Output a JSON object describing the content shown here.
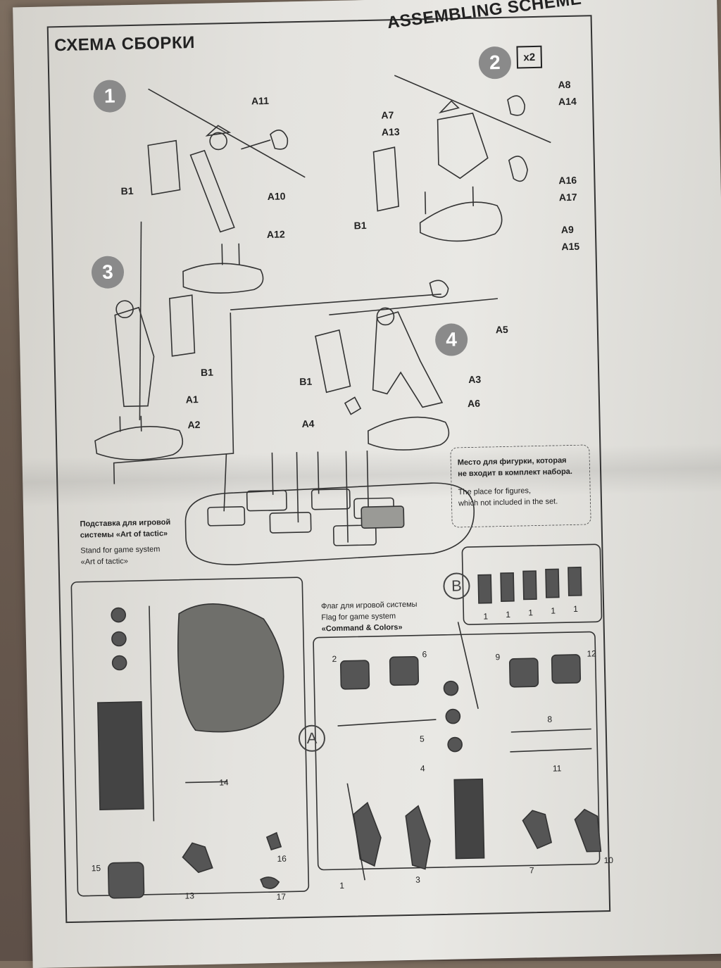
{
  "header": {
    "title_ru": "СХЕМА СБОРКИ",
    "title_en": "ASSEMBLING SCHEME"
  },
  "steps": {
    "s1": "1",
    "s2": "2",
    "s3": "3",
    "s4": "4",
    "multiplier": "x2"
  },
  "labels": {
    "a11": "A11",
    "b1_1": "B1",
    "a10": "A10",
    "a12": "A12",
    "a8": "A8",
    "a14": "A14",
    "a7": "A7",
    "a13": "A13",
    "a16": "A16",
    "a17": "A17",
    "b1_2": "B1",
    "a9": "A9",
    "a15": "A15",
    "b1_3": "B1",
    "a1": "A1",
    "a2": "A2",
    "a5": "A5",
    "b1_4": "B1",
    "a3": "A3",
    "a4": "A4",
    "a6": "A6"
  },
  "notes": {
    "place_ru_1": "Место для фигурки, которая",
    "place_ru_2": "не входит в комплект набора.",
    "place_en_1": "The place for  figures,",
    "place_en_2": "which not included in the  set.",
    "stand_ru_1": "Подставка для игровой",
    "stand_ru_2": "системы «Art of tactic»",
    "stand_en_1": "Stand for game system",
    "stand_en_2": "«Art of tactic»",
    "flag_ru": "Флаг для игровой системы",
    "flag_en_1": "Flag for game system",
    "flag_en_2": "«Command & Colors»"
  },
  "sprues": {
    "b": "B",
    "a": "A",
    "b_numbers": [
      "1",
      "1",
      "1",
      "1",
      "1"
    ],
    "a_numbers": {
      "n1": "1",
      "n2": "2",
      "n3": "3",
      "n4": "4",
      "n5": "5",
      "n6": "6",
      "n7": "7",
      "n8": "8",
      "n9": "9",
      "n10": "10",
      "n11": "11",
      "n12": "12",
      "n13": "13",
      "n14": "14",
      "n15": "15",
      "n16": "16",
      "n17": "17"
    }
  }
}
